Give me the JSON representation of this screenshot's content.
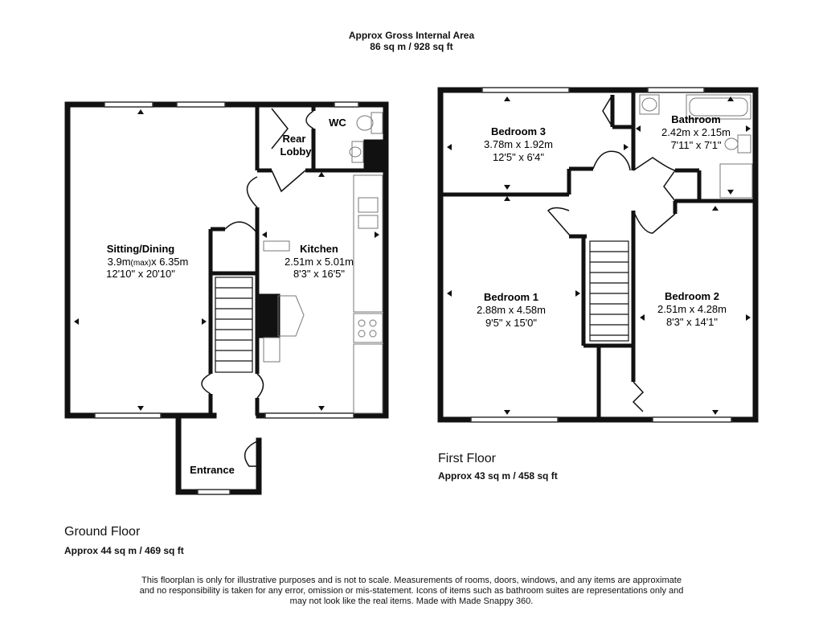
{
  "header": {
    "title": "Approx Gross Internal Area",
    "total_area": "86 sq m / 928 sq ft"
  },
  "ground_floor": {
    "title": "Ground Floor",
    "area": "Approx 44 sq m / 469 sq ft",
    "rooms": {
      "sitting_dining": {
        "name": "Sitting/Dining",
        "dim_metric_a": "3.9m",
        "dim_metric_max": "(max)",
        "dim_metric_b": "x 6.35m",
        "dim_imperial": "12'10\" x 20'10\""
      },
      "kitchen": {
        "name": "Kitchen",
        "dim_metric": "2.51m x 5.01m",
        "dim_imperial": "8'3\" x 16'5\""
      },
      "rear_lobby": {
        "name_line1": "Rear",
        "name_line2": "Lobby"
      },
      "wc": {
        "name": "WC"
      },
      "entrance": {
        "name": "Entrance"
      }
    }
  },
  "first_floor": {
    "title": "First Floor",
    "area": "Approx 43 sq m / 458 sq ft",
    "rooms": {
      "bedroom3": {
        "name": "Bedroom 3",
        "dim_metric": "3.78m x 1.92m",
        "dim_imperial": "12'5\" x 6'4\""
      },
      "bathroom": {
        "name": "Bathroom",
        "dim_metric": "2.42m x 2.15m",
        "dim_imperial": "7'11\" x 7'1\""
      },
      "bedroom1": {
        "name": "Bedroom 1",
        "dim_metric": "2.88m x 4.58m",
        "dim_imperial": "9'5\" x 15'0\""
      },
      "bedroom2": {
        "name": "Bedroom 2",
        "dim_metric": "2.51m x 4.28m",
        "dim_imperial": "8'3\" x 14'1\""
      }
    }
  },
  "disclaimer": {
    "line1": "This floorplan is only for illustrative purposes and is not to scale. Measurements of rooms, doors, windows, and any items are approximate",
    "line2": "and no responsibility is taken for any error, omission or mis-statement. Icons of items such as bathroom suites are representations only and",
    "line3": "may not look like the real items. Made with Made Snappy 360."
  },
  "colors": {
    "wall": "#111111",
    "fixture": "#777777",
    "background": "#ffffff"
  }
}
